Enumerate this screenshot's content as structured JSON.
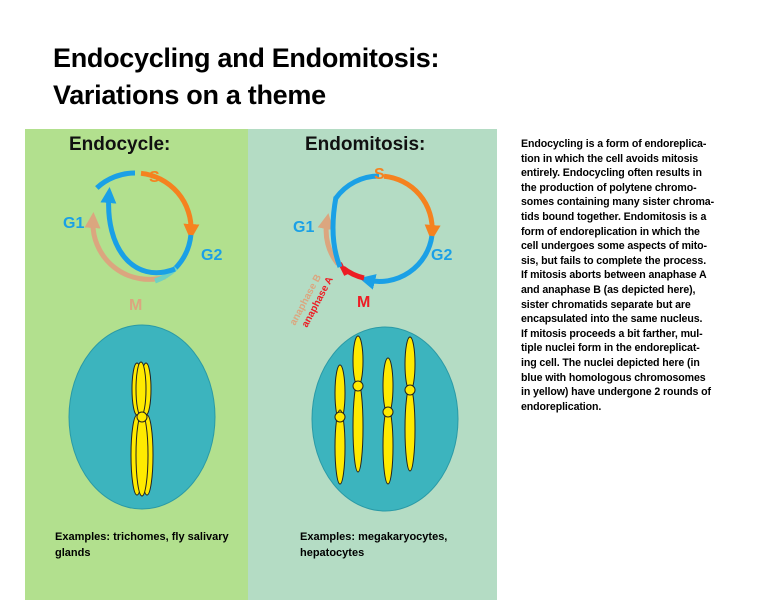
{
  "title": {
    "line1": "Endocycling and Endomitosis:",
    "line2": "Variations on a theme"
  },
  "endocycle": {
    "heading": "Endocycle:",
    "phases": {
      "s": "S",
      "g2": "G2",
      "m": "M",
      "g1": "G1"
    },
    "examples": "Examples: trichomes, fly salivary glands"
  },
  "endomitosis": {
    "heading": "Endomitosis:",
    "phases": {
      "s": "S",
      "g2": "G2",
      "m": "M",
      "g1": "G1",
      "anaphase_a": "anaphase A",
      "anaphase_b": "anaphase B"
    },
    "examples": "Examples: megakaryocytes, hepatocytes"
  },
  "description": {
    "lines": [
      "Endocycling is a form of endoreplica-",
      "tion in which the cell avoids mitosis",
      "entirely.  Endocycling often results in",
      "the production of polytene chromo-",
      "somes containing many sister chroma-",
      "tids bound together.  Endomitosis is a",
      "form of endoreplication in which the",
      "cell undergoes some aspects of mito-",
      "sis, but fails to complete the process.",
      "If mitosis aborts between anaphase A",
      "and anaphase B (as depicted here),",
      "sister chromatids separate but are",
      "encapsulated into the same nucleus.",
      "If mitosis proceeds a bit farther, mul-",
      "tiple nuclei form in the endoreplicat-",
      "ing cell.  The nuclei depicted here (in",
      "blue with homologous chromosomes",
      "in yellow) have undergone 2 rounds of",
      "endoreplication."
    ]
  },
  "colors": {
    "left_panel": "#b2e08e",
    "right_panel": "#b4dcc4",
    "g1": "#1aa0e6",
    "s": "#f5821f",
    "g2": "#1aa0e6",
    "m_endocycle": "#dba67f",
    "anaphase_a": "#ed1c24",
    "nucleus": "#3cb4be",
    "chromosome": "#ffea00"
  }
}
